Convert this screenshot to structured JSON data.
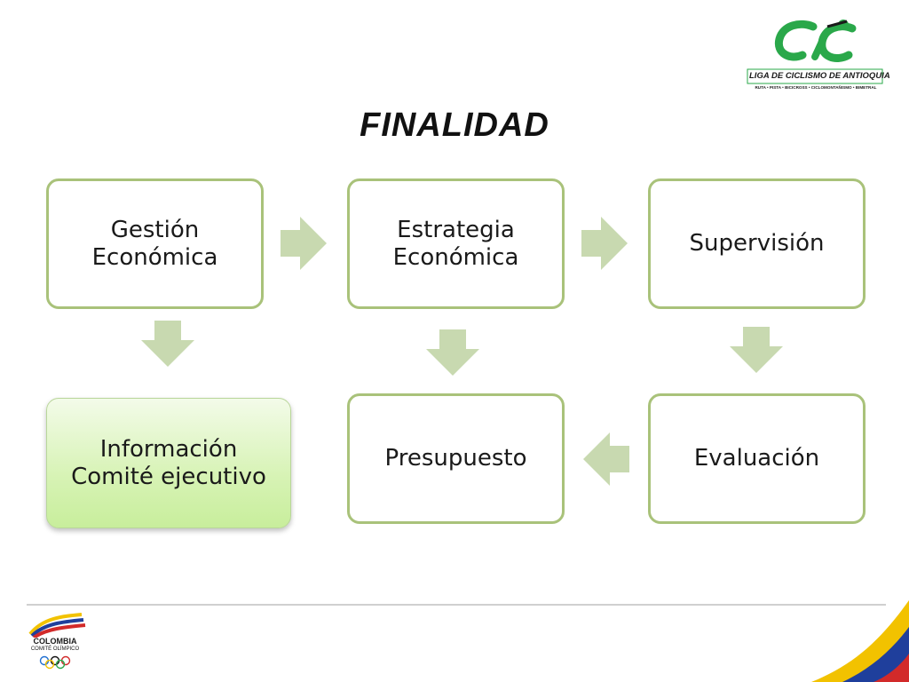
{
  "slide": {
    "title": "FINALIDAD"
  },
  "diagram": {
    "nodes": [
      {
        "id": "gestion",
        "label": "Gestión\nEconómica"
      },
      {
        "id": "estrategia",
        "label": "Estrategia\nEconómica"
      },
      {
        "id": "supervision",
        "label": "Supervisión"
      },
      {
        "id": "informacion",
        "label": "Información\nComité ejecutivo"
      },
      {
        "id": "presupuesto",
        "label": "Presupuesto"
      },
      {
        "id": "evaluacion",
        "label": "Evaluación"
      }
    ],
    "edges": [
      {
        "from": "gestion",
        "to": "estrategia"
      },
      {
        "from": "estrategia",
        "to": "supervision"
      },
      {
        "from": "gestion",
        "to": "informacion"
      },
      {
        "from": "estrategia",
        "to": "presupuesto"
      },
      {
        "from": "supervision",
        "to": "evaluacion"
      },
      {
        "from": "evaluacion",
        "to": "presupuesto"
      }
    ]
  },
  "logos": {
    "league": {
      "text": "LIGA DE CICLISMO DE ANTIOQUIA",
      "subtext": "RUTA • PISTA • BICICROSS • CICLOMONTAÑISMO • BIMETRAL"
    },
    "olympic": {
      "line1": "COLOMBIA",
      "line2": "COMITÉ OLÍMPICO"
    }
  },
  "colors": {
    "box_border": "#a9c27a",
    "arrow": "#c8d9b0",
    "highlight_fill": "#d7f3b5",
    "logo_green": "#2aa84a"
  }
}
